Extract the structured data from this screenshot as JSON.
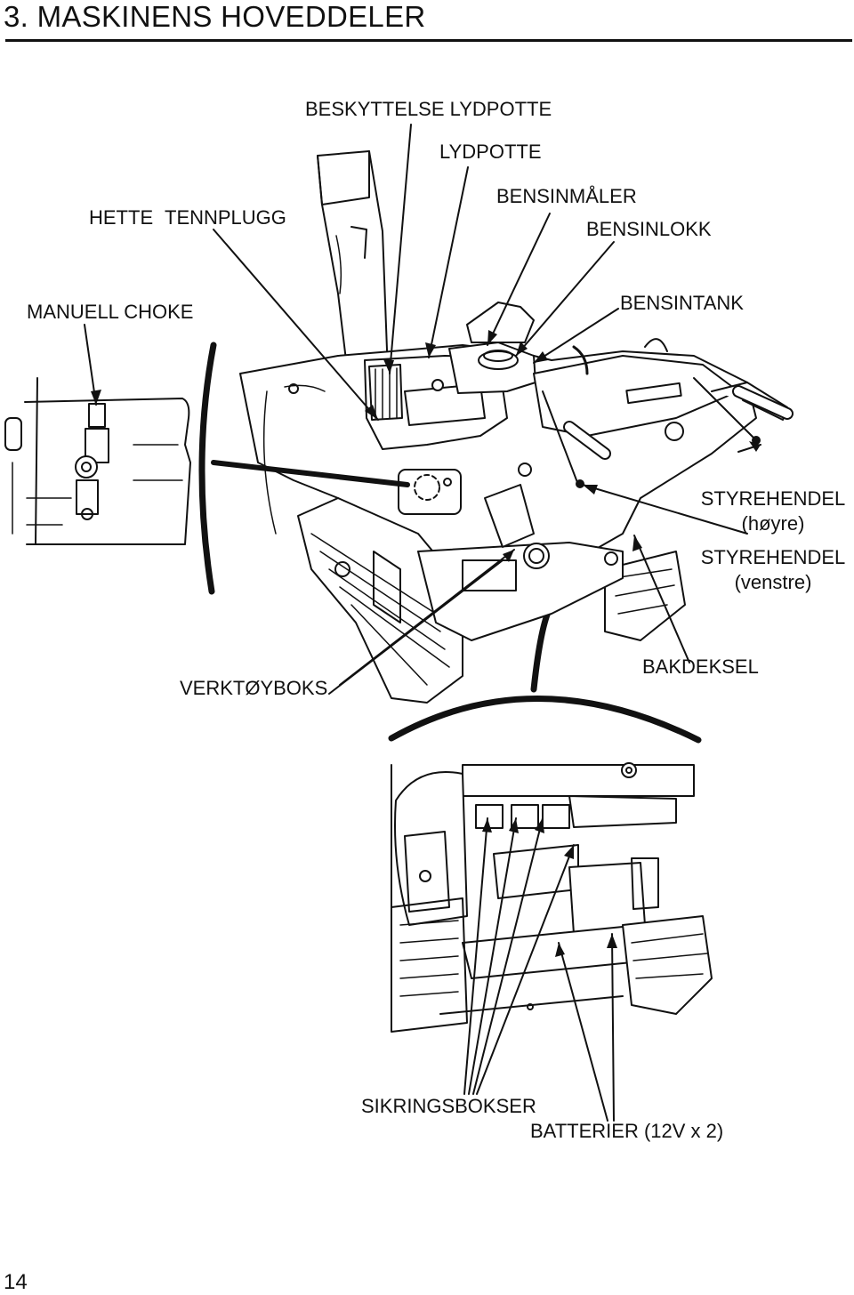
{
  "heading": "3. MASKINENS HOVEDDELER",
  "labels": {
    "beskyttelse_lydpotte": "BESKYTTELSE LYDPOTTE",
    "lydpotte": "LYDPOTTE",
    "hette": "HETTE",
    "tennplugg": "TENNPLUGG",
    "bensinmaler": "BENSINMÅLER",
    "bensinlokk": "BENSINLOKK",
    "manuell_choke": "MANUELL CHOKE",
    "bensintank": "BENSINTANK",
    "styrehendel_hoyre": "STYREHENDEL",
    "hoyre_note": "(høyre)",
    "styrehendel_venstre": "STYREHENDEL",
    "venstre_note": "(venstre)",
    "verktoyboks": "VERKTØYBOKS",
    "bakdeksel": "BAKDEKSEL",
    "sikringsbokser": "SIKRINGSBOKSER",
    "batterier": "BATTERIER (12V x 2)"
  },
  "page_number": "14"
}
